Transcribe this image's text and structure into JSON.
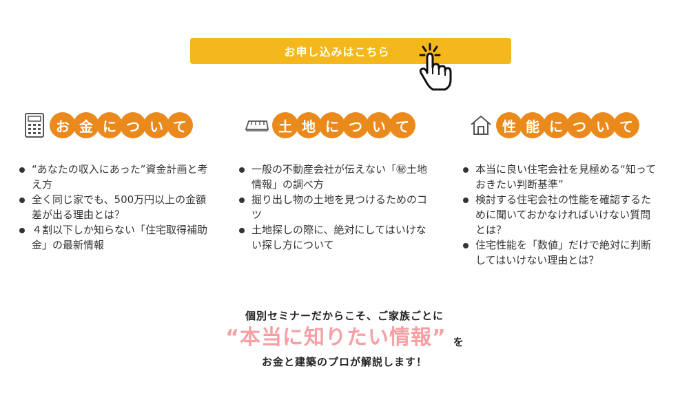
{
  "cta": {
    "label": "お申し込みはこちら",
    "color": "#f4b81c"
  },
  "columns": [
    {
      "icon": "calculator-icon",
      "title_chars": [
        "お",
        "金",
        "に",
        "つ",
        "い",
        "て"
      ],
      "points": [
        "“あなたの収入にあった”資金計画と考え方",
        "全く同じ家でも、500万円以上の金額差が出る理由とは？",
        "４割以下しか知らない「住宅取得補助金」の最新情報"
      ]
    },
    {
      "icon": "land-plot-icon",
      "title_chars": [
        "土",
        "地",
        "に",
        "つ",
        "い",
        "て"
      ],
      "points": [
        "一般の不動産会社が伝えない「㊙土地情報」の調べ方",
        "掘り出し物の土地を見つけるためのコツ",
        "土地探しの際に、絶対にしてはいけない探し方について"
      ]
    },
    {
      "icon": "house-icon",
      "title_chars": [
        "性",
        "能",
        "に",
        "つ",
        "い",
        "て"
      ],
      "points": [
        "本当に良い住宅会社を見極める“知っておきたい判断基準”",
        "検討する住宅会社の性能を確認するために聞いておかなければいけない質問とは？",
        "住宅性能を「数値」だけで絶対に判断してはいけない理由とは？"
      ]
    }
  ],
  "bottom": {
    "line1": "個別セミナーだからこそ、ご家族ごとに",
    "highlight": "“本当に知りたい情報”",
    "particle": "を",
    "line3": "お金と建築のプロが解説します！"
  },
  "colors": {
    "accent": "#ea8a1d",
    "highlight": "#f9a0a4"
  }
}
